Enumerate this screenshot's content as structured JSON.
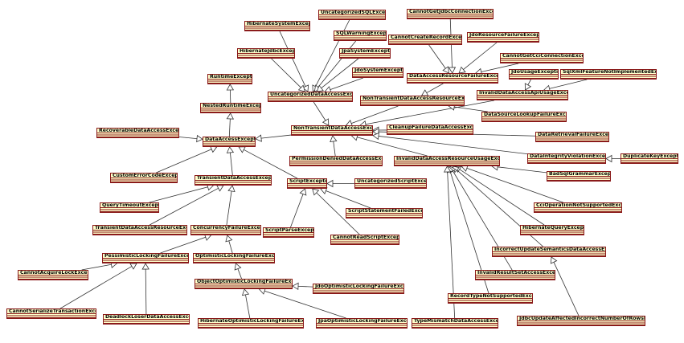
{
  "diagram": {
    "classes": [
      {
        "id": "RuntimeException",
        "label": "RuntimeException"
      },
      {
        "id": "NestedRuntimeException",
        "label": "NestedRuntimeException"
      },
      {
        "id": "DataAccessException",
        "label": "DataAccessException"
      },
      {
        "id": "RecoverableDataAccessException",
        "label": "RecoverableDataAccessException"
      },
      {
        "id": "CustomErrorCodeException",
        "label": "CustomErrorCodeException"
      },
      {
        "id": "TransientDataAccessException",
        "label": "TransientDataAccessException"
      },
      {
        "id": "QueryTimeoutException",
        "label": "QueryTimeoutException"
      },
      {
        "id": "TransientDataAccessResourceException",
        "label": "TransientDataAccessResourceException"
      },
      {
        "id": "ConcurrencyFailureException",
        "label": "ConcurrencyFailureException"
      },
      {
        "id": "PessimisticLockingFailureException",
        "label": "PessimisticLockingFailureException"
      },
      {
        "id": "OptimisticLockingFailureException",
        "label": "OptimisticLockingFailureException"
      },
      {
        "id": "CannotAcquireLockException",
        "label": "CannotAcquireLockException"
      },
      {
        "id": "CannotSerializeTransactionException",
        "label": "CannotSerializeTransactionException"
      },
      {
        "id": "DeadlockLoserDataAccessException",
        "label": "DeadlockLoserDataAccessException"
      },
      {
        "id": "ObjectOptimisticLockingFailureException",
        "label": "ObjectOptimisticLockingFailureException"
      },
      {
        "id": "JdoOptimisticLockingFailureException",
        "label": "JdoOptimisticLockingFailureException"
      },
      {
        "id": "HibernateOptimisticLockingFailureException",
        "label": "HibernateOptimisticLockingFailureException"
      },
      {
        "id": "JpaOptimisticLockingFailureException",
        "label": "JpaOptimisticLockingFailureException"
      },
      {
        "id": "ScriptException",
        "label": "ScriptException"
      },
      {
        "id": "ScriptParseException",
        "label": "ScriptParseException"
      },
      {
        "id": "UncategorizedScriptException",
        "label": "UncategorizedScriptException"
      },
      {
        "id": "ScriptStatementFailedException",
        "label": "ScriptStatementFailedException"
      },
      {
        "id": "CannotReadScriptException",
        "label": "CannotReadScriptException"
      },
      {
        "id": "NonTransientDataAccessException",
        "label": "NonTransientDataAccessException"
      },
      {
        "id": "PermissionDeniedDataAccessException",
        "label": "PermissionDeniedDataAccessException"
      },
      {
        "id": "UncategorizedDataAccessException",
        "label": "UncategorizedDataAccessException"
      },
      {
        "id": "HibernateSystemException",
        "label": "HibernateSystemException"
      },
      {
        "id": "HibernateJdbcException",
        "label": "HibernateJdbcException"
      },
      {
        "id": "UncategorizedSQLException",
        "label": "UncategorizedSQLException"
      },
      {
        "id": "SQLWarningException",
        "label": "SQLWarningException"
      },
      {
        "id": "JpaSystemException",
        "label": "JpaSystemException"
      },
      {
        "id": "JdoSystemException",
        "label": "JdoSystemException"
      },
      {
        "id": "CannotGetJdbcConnectionException",
        "label": "CannotGetJdbcConnectionException"
      },
      {
        "id": "CannotCreateRecordException",
        "label": "CannotCreateRecordException"
      },
      {
        "id": "JdoResourceFailureException",
        "label": "JdoResourceFailureException"
      },
      {
        "id": "CannotGetCciConnectionException",
        "label": "CannotGetCciConnectionException"
      },
      {
        "id": "DataAccessResourceFailureException",
        "label": "DataAccessResourceFailureException"
      },
      {
        "id": "JdoUsageException",
        "label": "JdoUsageException"
      },
      {
        "id": "SqlXmlFeatureNotImplementedException",
        "label": "SqlXmlFeatureNotImplementedException"
      },
      {
        "id": "NonTransientDataAccessResourceException",
        "label": "NonTransientDataAccessResourceException"
      },
      {
        "id": "InvalidDataAccessApiUsageException",
        "label": "InvalidDataAccessApiUsageException"
      },
      {
        "id": "CleanupFailureDataAccessException",
        "label": "CleanupFailureDataAccessException"
      },
      {
        "id": "DataSourceLookupFailureException",
        "label": "DataSourceLookupFailureException"
      },
      {
        "id": "DataRetrievalFailureException",
        "label": "DataRetrievalFailureException"
      },
      {
        "id": "DataIntegrityViolationException",
        "label": "DataIntegrityViolationException"
      },
      {
        "id": "DuplicateKeyException",
        "label": "DuplicateKeyException"
      },
      {
        "id": "InvalidDataAccessResourceUsageException",
        "label": "InvalidDataAccessResourceUsageException"
      },
      {
        "id": "BadSqlGrammarException",
        "label": "BadSqlGrammarException"
      },
      {
        "id": "CciOperationNotSupportedException",
        "label": "CciOperationNotSupportedException"
      },
      {
        "id": "HibernateQueryException",
        "label": "HibernateQueryException"
      },
      {
        "id": "IncorrectUpdateSemanticsDataAccessException",
        "label": "IncorrectUpdateSemanticsDataAccessException"
      },
      {
        "id": "InvalidResultSetAccessException",
        "label": "InvalidResultSetAccessException"
      },
      {
        "id": "RecordTypeNotSupportedException",
        "label": "RecordTypeNotSupportedException"
      },
      {
        "id": "TypeMismatchDataAccessException",
        "label": "TypeMismatchDataAccessException"
      },
      {
        "id": "JdbcUpdateAffectedIncorrectNumberOfRowsException",
        "label": "JdbcUpdateAffectedIncorrectNumberOfRowsException"
      }
    ],
    "edges": [
      [
        "NestedRuntimeException",
        "RuntimeException"
      ],
      [
        "DataAccessException",
        "NestedRuntimeException"
      ],
      [
        "RecoverableDataAccessException",
        "DataAccessException"
      ],
      [
        "CustomErrorCodeException",
        "DataAccessException"
      ],
      [
        "TransientDataAccessException",
        "DataAccessException"
      ],
      [
        "NonTransientDataAccessException",
        "DataAccessException"
      ],
      [
        "ScriptException",
        "DataAccessException"
      ],
      [
        "QueryTimeoutException",
        "TransientDataAccessException"
      ],
      [
        "TransientDataAccessResourceException",
        "TransientDataAccessException"
      ],
      [
        "ConcurrencyFailureException",
        "TransientDataAccessException"
      ],
      [
        "PessimisticLockingFailureException",
        "ConcurrencyFailureException"
      ],
      [
        "OptimisticLockingFailureException",
        "ConcurrencyFailureException"
      ],
      [
        "CannotAcquireLockException",
        "PessimisticLockingFailureException"
      ],
      [
        "CannotSerializeTransactionException",
        "PessimisticLockingFailureException"
      ],
      [
        "DeadlockLoserDataAccessException",
        "PessimisticLockingFailureException"
      ],
      [
        "ObjectOptimisticLockingFailureException",
        "OptimisticLockingFailureException"
      ],
      [
        "JdoOptimisticLockingFailureException",
        "ObjectOptimisticLockingFailureException"
      ],
      [
        "HibernateOptimisticLockingFailureException",
        "ObjectOptimisticLockingFailureException"
      ],
      [
        "JpaOptimisticLockingFailureException",
        "ObjectOptimisticLockingFailureException"
      ],
      [
        "ScriptParseException",
        "ScriptException"
      ],
      [
        "UncategorizedScriptException",
        "ScriptException"
      ],
      [
        "ScriptStatementFailedException",
        "ScriptException"
      ],
      [
        "CannotReadScriptException",
        "ScriptException"
      ],
      [
        "PermissionDeniedDataAccessException",
        "NonTransientDataAccessException"
      ],
      [
        "UncategorizedDataAccessException",
        "NonTransientDataAccessException"
      ],
      [
        "NonTransientDataAccessResourceException",
        "NonTransientDataAccessException"
      ],
      [
        "InvalidDataAccessApiUsageException",
        "NonTransientDataAccessException"
      ],
      [
        "CleanupFailureDataAccessException",
        "NonTransientDataAccessException"
      ],
      [
        "DataRetrievalFailureException",
        "NonTransientDataAccessException"
      ],
      [
        "DataIntegrityViolationException",
        "NonTransientDataAccessException"
      ],
      [
        "InvalidDataAccessResourceUsageException",
        "NonTransientDataAccessException"
      ],
      [
        "HibernateSystemException",
        "UncategorizedDataAccessException"
      ],
      [
        "HibernateJdbcException",
        "UncategorizedDataAccessException"
      ],
      [
        "UncategorizedSQLException",
        "UncategorizedDataAccessException"
      ],
      [
        "SQLWarningException",
        "UncategorizedDataAccessException"
      ],
      [
        "JpaSystemException",
        "UncategorizedDataAccessException"
      ],
      [
        "JdoSystemException",
        "UncategorizedDataAccessException"
      ],
      [
        "DataAccessResourceFailureException",
        "NonTransientDataAccessResourceException"
      ],
      [
        "CannotGetJdbcConnectionException",
        "DataAccessResourceFailureException"
      ],
      [
        "CannotCreateRecordException",
        "DataAccessResourceFailureException"
      ],
      [
        "JdoResourceFailureException",
        "DataAccessResourceFailureException"
      ],
      [
        "CannotGetCciConnectionException",
        "DataAccessResourceFailureException"
      ],
      [
        "JdoUsageException",
        "InvalidDataAccessApiUsageException"
      ],
      [
        "SqlXmlFeatureNotImplementedException",
        "InvalidDataAccessApiUsageException"
      ],
      [
        "DataSourceLookupFailureException",
        "NonTransientDataAccessResourceException"
      ],
      [
        "DuplicateKeyException",
        "DataIntegrityViolationException"
      ],
      [
        "BadSqlGrammarException",
        "InvalidDataAccessResourceUsageException"
      ],
      [
        "CciOperationNotSupportedException",
        "InvalidDataAccessResourceUsageException"
      ],
      [
        "HibernateQueryException",
        "InvalidDataAccessResourceUsageException"
      ],
      [
        "IncorrectUpdateSemanticsDataAccessException",
        "InvalidDataAccessResourceUsageException"
      ],
      [
        "InvalidResultSetAccessException",
        "InvalidDataAccessResourceUsageException"
      ],
      [
        "RecordTypeNotSupportedException",
        "InvalidDataAccessResourceUsageException"
      ],
      [
        "TypeMismatchDataAccessException",
        "InvalidDataAccessResourceUsageException"
      ],
      [
        "JdbcUpdateAffectedIncorrectNumberOfRowsException",
        "IncorrectUpdateSemanticsDataAccessException"
      ]
    ],
    "colors": {
      "box_fill": "#ffffcc",
      "box_border": "#8a1a1a",
      "edge": "#333333"
    }
  }
}
